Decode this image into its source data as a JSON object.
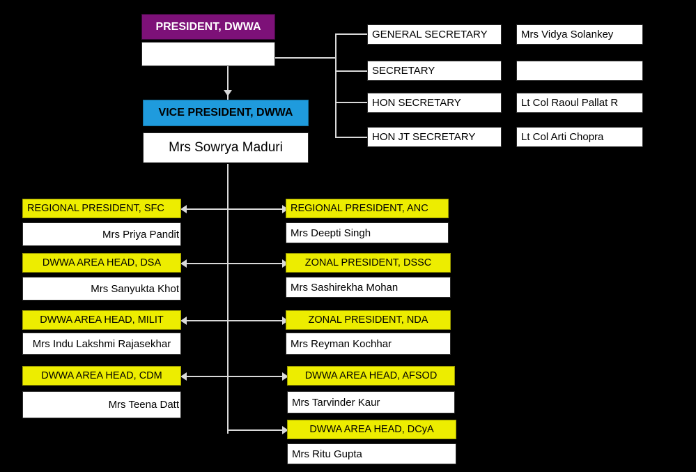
{
  "diagram": {
    "title": "DWWA Organisation Chart",
    "colors": {
      "president": "#7d1178",
      "vice_president": "#1f9bdd",
      "role": "#eded00",
      "name": "#ffffff",
      "background": "#000000",
      "connector": "#d9d9d9"
    }
  },
  "top": {
    "president": {
      "role": "PRESIDENT, DWWA",
      "name": ""
    },
    "vice_president": {
      "role": "VICE PRESIDENT, DWWA",
      "name": "Mrs Sowrya Maduri"
    }
  },
  "secretaries": [
    {
      "role": "GENERAL SECRETARY",
      "name": "Mrs Vidya Solankey"
    },
    {
      "role": "SECRETARY",
      "name": ""
    },
    {
      "role": "HON SECRETARY",
      "name": "Lt Col Raoul Pallat R"
    },
    {
      "role": "HON JT SECRETARY",
      "name": "Lt Col Arti Chopra"
    }
  ],
  "left_column": [
    {
      "role": "REGIONAL PRESIDENT, SFC",
      "name": "Mrs Priya Pandit"
    },
    {
      "role": "DWWA AREA HEAD, DSA",
      "name": "Mrs Sanyukta Khot"
    },
    {
      "role": "DWWA AREA HEAD, MILIT",
      "name": "Mrs Indu Lakshmi Rajasekhar"
    },
    {
      "role": "DWWA AREA HEAD, CDM",
      "name": "Mrs Teena Datt"
    }
  ],
  "right_column": [
    {
      "role": "REGIONAL PRESIDENT, ANC",
      "name": "Mrs Deepti Singh"
    },
    {
      "role": "ZONAL PRESIDENT, DSSC",
      "name": "Mrs Sashirekha Mohan"
    },
    {
      "role": "ZONAL PRESIDENT, NDA",
      "name": "Mrs Reyman Kochhar"
    },
    {
      "role": "DWWA AREA HEAD, AFSOD",
      "name": "Mrs Tarvinder Kaur"
    },
    {
      "role": "DWWA AREA HEAD, DCyA",
      "name": "Mrs Ritu Gupta"
    }
  ]
}
